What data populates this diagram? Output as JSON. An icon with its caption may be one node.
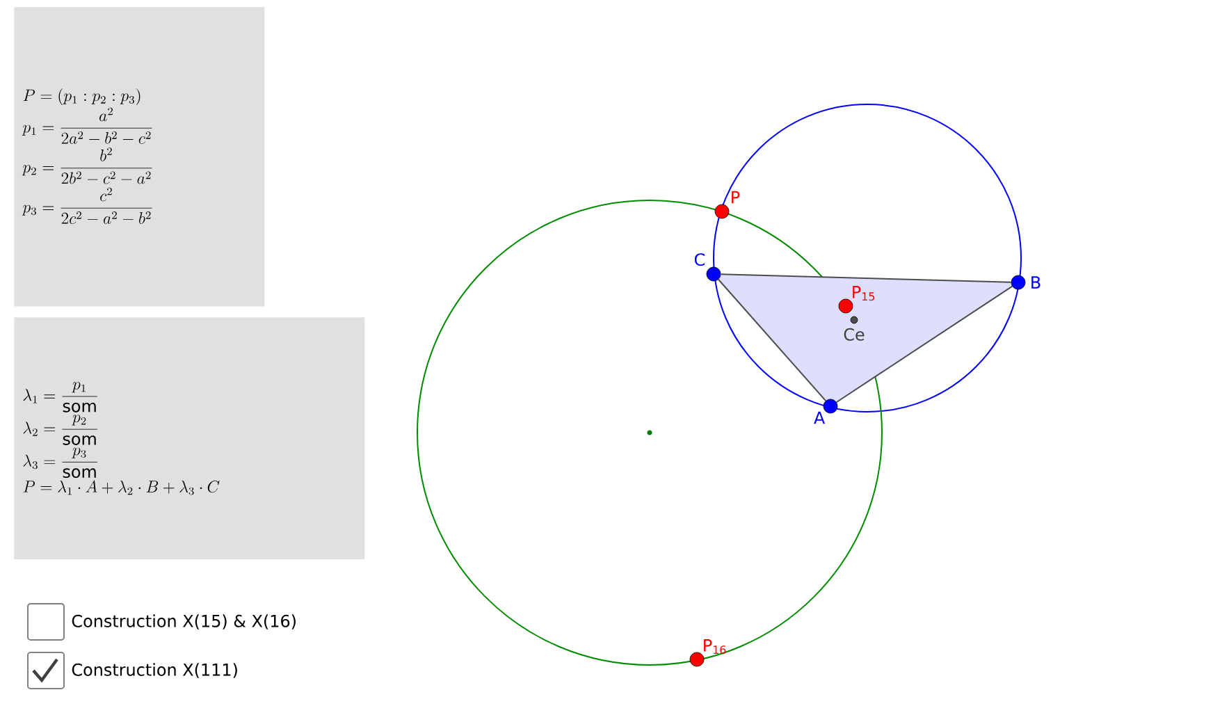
{
  "diagram": {
    "nodes": [
      {
        "text": [
          "P = (p_1 : p_2 : p_3)",
          "p_1 = \\frac{a^2}{2a^2 - b^2 - c^2}",
          "p_2 = \\frac{b^2}{2b^2 - c^2 - a^2}",
          "p_3 = \\frac{c^2}{2c^2 - a^2 - b^2}"
        ]
      },
      {
        "text": [
          "\\lambda_1 = \\frac{p_1}{\\mathrm{som}}",
          "\\lambda_2 = \\frac{p_2}{\\mathrm{som}}",
          "\\lambda_3 = \\frac{p_3}{\\mathrm{som}}",
          "P = \\lambda_1 \\cdot A + \\lambda_2 \\cdot B + \\lambda_3 \\cdot C"
        ]
      },
      {
        "text": [
          "P"
        ]
      },
      {
        "text": [
          "C"
        ]
      },
      {
        "text": [
          "P$_{15}$"
        ]
      },
      {
        "text": [
          "B"
        ]
      },
      {
        "text": [
          "Ce"
        ]
      },
      {
        "text": [
          "A"
        ]
      },
      {
        "text": [
          "P$_{16}$"
        ]
      }
    ],
    "edges": [
      {
        "from": 7,
        "to": 5,
        "arrow": "none"
      },
      {
        "from": 5,
        "to": 3,
        "arrow": "none"
      },
      {
        "from": 3,
        "to": 7,
        "arrow": "none"
      }
    ],
    "labels": [
      "Construction X(15) & X(16)",
      "Construction X(111)"
    ]
  }
}
